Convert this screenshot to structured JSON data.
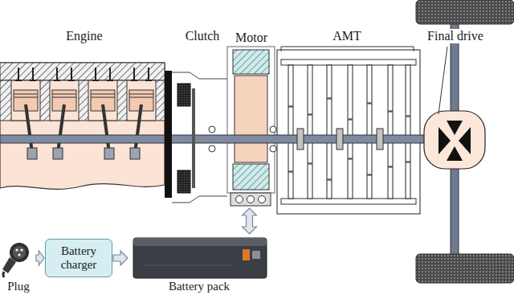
{
  "diagram": {
    "nodes": [
      {
        "text": [
          "Motor"
        ]
      },
      {
        "text": [
          "Plug"
        ]
      },
      {
        "text": [
          "Battery charger"
        ]
      },
      {
        "text": [
          "Battery pack"
        ]
      }
    ],
    "edges": [
      {
        "from": 1,
        "to": 2,
        "arrow": "to"
      },
      {
        "from": 2,
        "to": 3,
        "arrow": "to"
      },
      {
        "from": 3,
        "to": 0,
        "arrow": "both"
      }
    ],
    "labels": [
      "Engine",
      "Clutch",
      "AMT",
      "Final drive"
    ]
  }
}
